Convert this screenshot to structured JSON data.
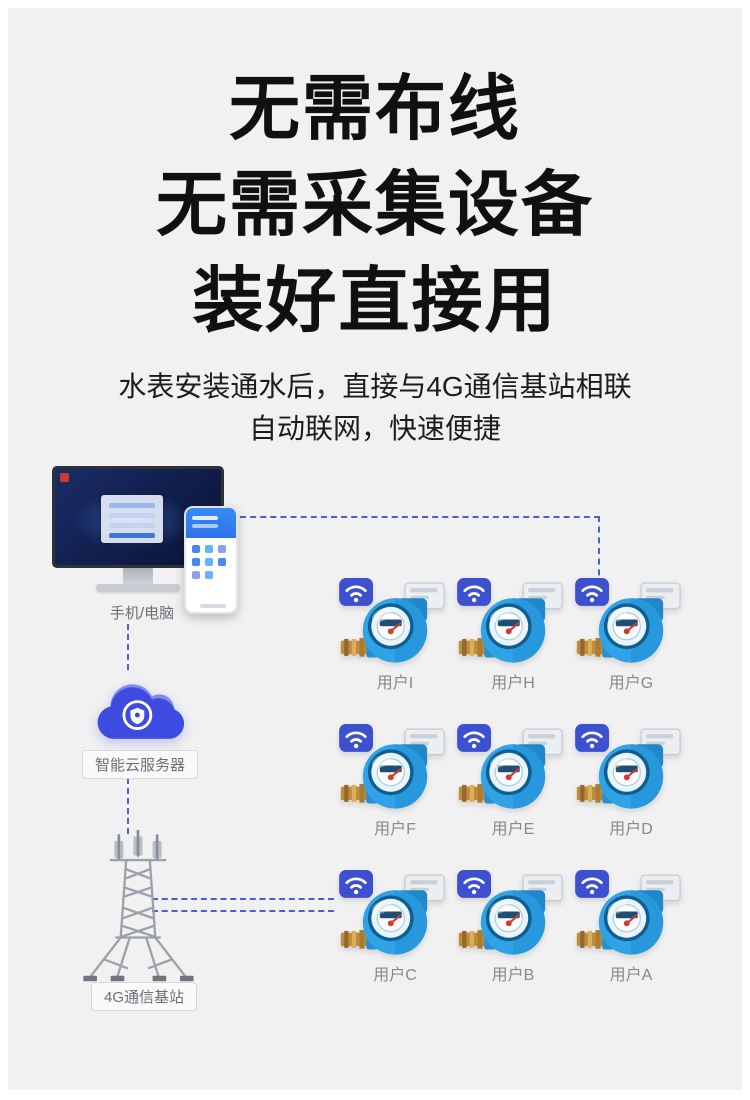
{
  "headline": {
    "line1": "无需布线",
    "line2": "无需采集设备",
    "line3": "装好直接用"
  },
  "subtitle": {
    "line1": "水表安装通水后，直接与4G通信基站相联",
    "line2": "自动联网，快速便捷"
  },
  "diagram": {
    "devices_label": "手机/电脑",
    "cloud_label": "智能云服务器",
    "tower_label": "4G通信基站",
    "meters": [
      {
        "label": "用户I"
      },
      {
        "label": "用户H"
      },
      {
        "label": "用户G"
      },
      {
        "label": "用户F"
      },
      {
        "label": "用户E"
      },
      {
        "label": "用户D"
      },
      {
        "label": "用户C"
      },
      {
        "label": "用户B"
      },
      {
        "label": "用户A"
      }
    ]
  },
  "icons": {
    "wifi": "wifi-icon",
    "cloud": "cloud-shield-icon",
    "tower": "4g-base-station-icon",
    "monitor": "desktop-monitor-image",
    "phone": "smartphone-image",
    "meter": "smart-water-meter-image"
  },
  "colors": {
    "background": "#f1f1f2",
    "title_text": "#101012",
    "accent_dash": "#4a5fd0",
    "meter_blue": "#2fa3e6",
    "wifi_badge_blue": "#3d50d0",
    "cloud_blue": "#4553e8",
    "label_gray": "#6a6f76"
  }
}
